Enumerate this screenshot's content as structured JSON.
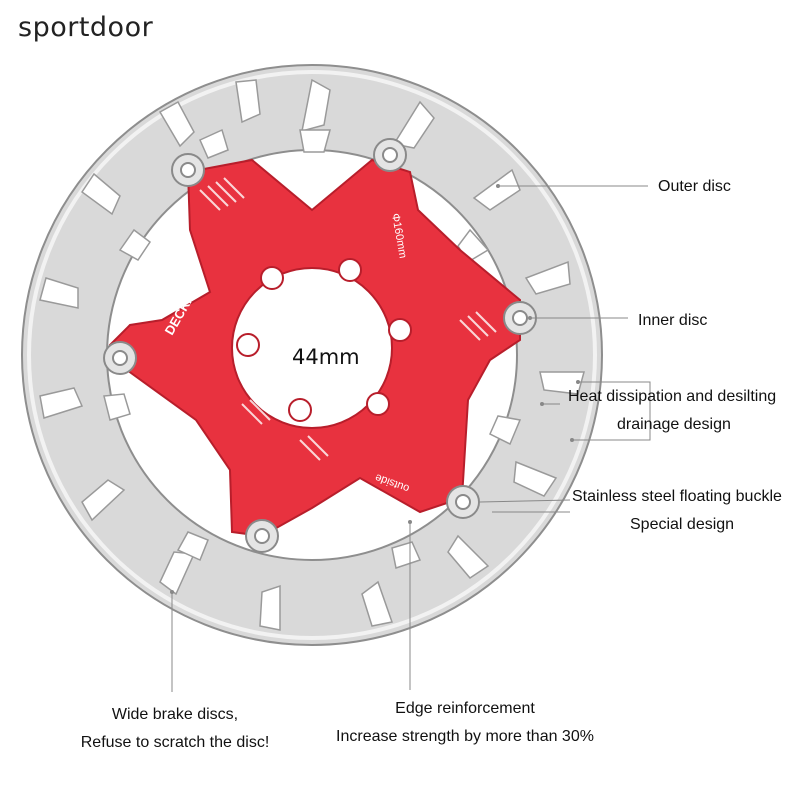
{
  "brand": "sportdoor",
  "product": {
    "logo_text": "DECKAS",
    "size_mark": "Φ160mm",
    "side_mark": "outside",
    "center_diameter": "44mm"
  },
  "colors": {
    "spider": "#e8323f",
    "rotor": "#c9c9c9",
    "leader": "#888888"
  },
  "callouts": {
    "outer_disc": "Outer disc",
    "inner_disc": "Inner disc",
    "heat_line1": "Heat dissipation and desilting",
    "heat_line2": "drainage design",
    "buckle_line1": "Stainless steel floating buckle",
    "buckle_line2": "Special design",
    "wide_line1": "Wide brake discs,",
    "wide_line2": "Refuse to scratch the disc!",
    "edge_line1": "Edge reinforcement",
    "edge_line2": "Increase strength by more than 30%"
  }
}
